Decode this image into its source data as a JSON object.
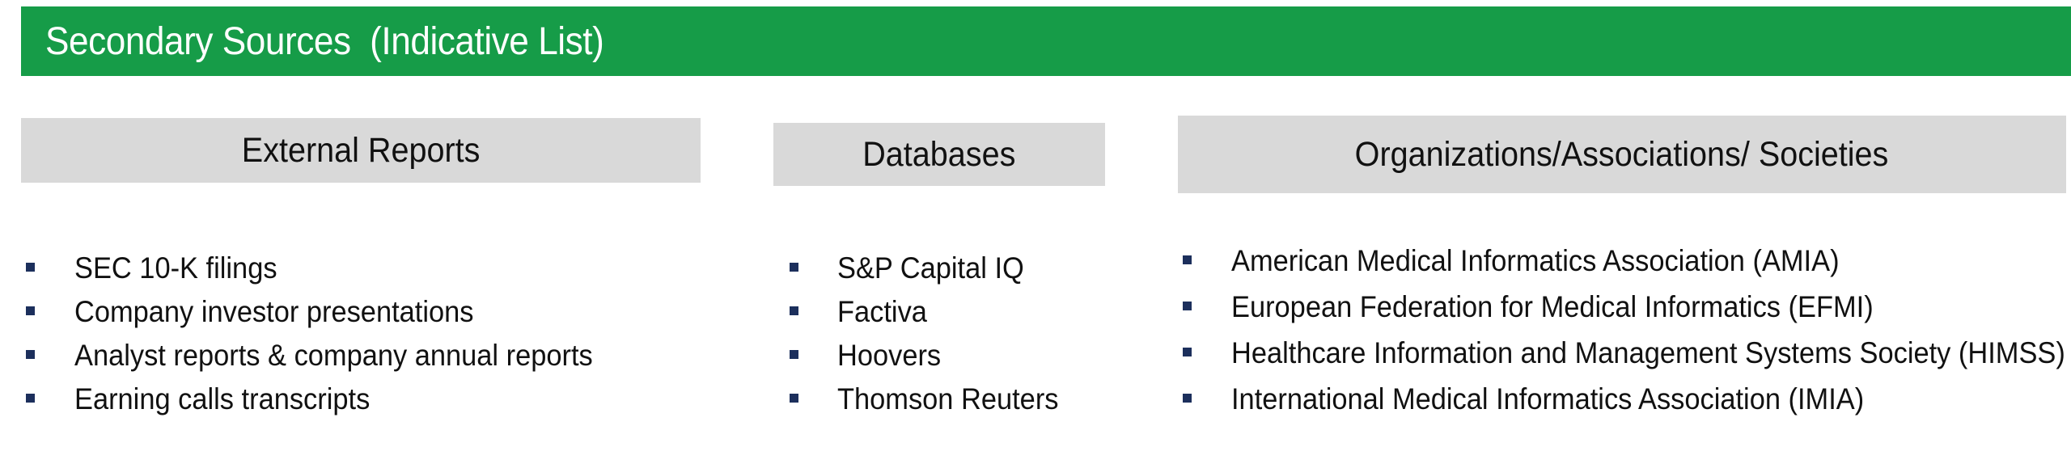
{
  "title": "Secondary Sources  (Indicative List)",
  "colors": {
    "title_bar": "#169c48",
    "title_text": "#ffffff",
    "header_bg": "#d9d9d9",
    "bullet": "#1c2f5c"
  },
  "columns": {
    "external": {
      "header": "External Reports",
      "items": [
        "SEC 10-K filings",
        "Company investor presentations",
        "Analyst reports & company annual reports",
        "Earning calls transcripts"
      ]
    },
    "databases": {
      "header": "Databases",
      "items": [
        "S&P Capital IQ",
        "Factiva",
        "Hoovers",
        "Thomson Reuters"
      ]
    },
    "orgs": {
      "header": "Organizations/Associations/ Societies",
      "items": [
        "American Medical Informatics Association (AMIA)",
        "European Federation for Medical Informatics (EFMI)",
        "Healthcare Information and Management Systems Society (HIMSS)",
        "International Medical Informatics Association (IMIA)"
      ]
    }
  }
}
